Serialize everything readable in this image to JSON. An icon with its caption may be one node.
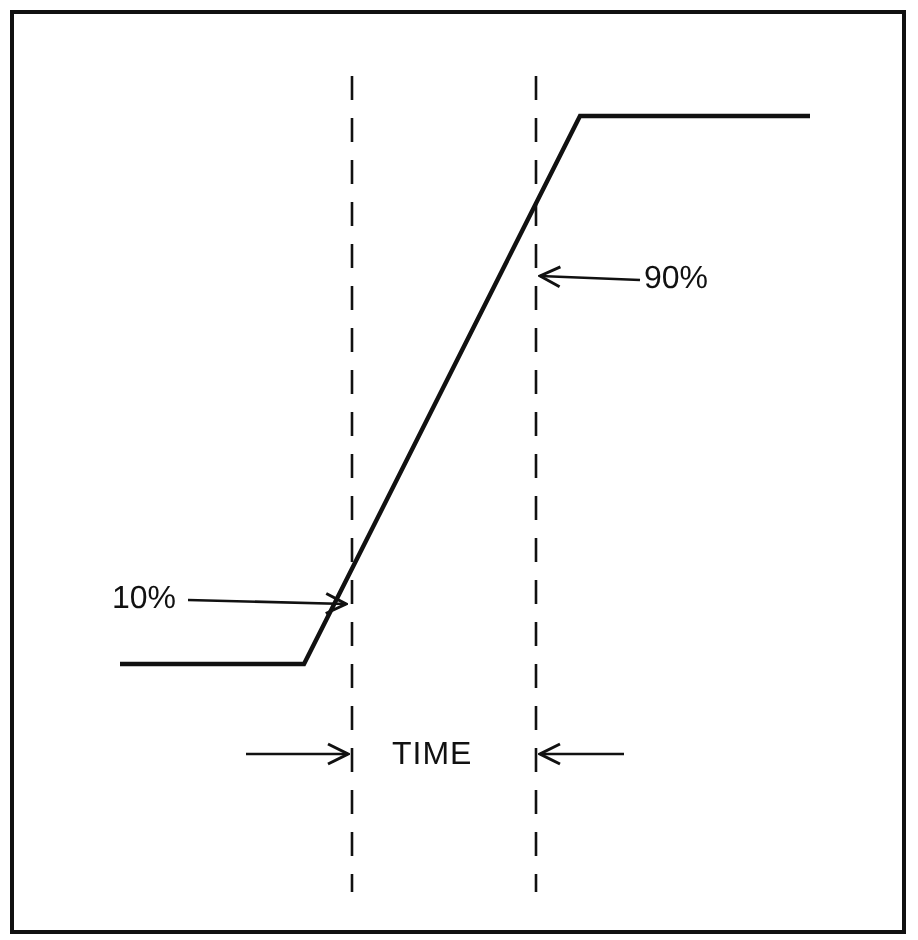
{
  "diagram": {
    "nodes": [
      {
        "text": [
          "10%"
        ]
      },
      {
        "text": [
          "90%"
        ]
      }
    ],
    "edges": [
      {
        "from": 0,
        "to": null,
        "arrow": "to"
      },
      {
        "from": 1,
        "to": null,
        "arrow": "to"
      }
    ],
    "labels": [
      "TIME"
    ]
  }
}
